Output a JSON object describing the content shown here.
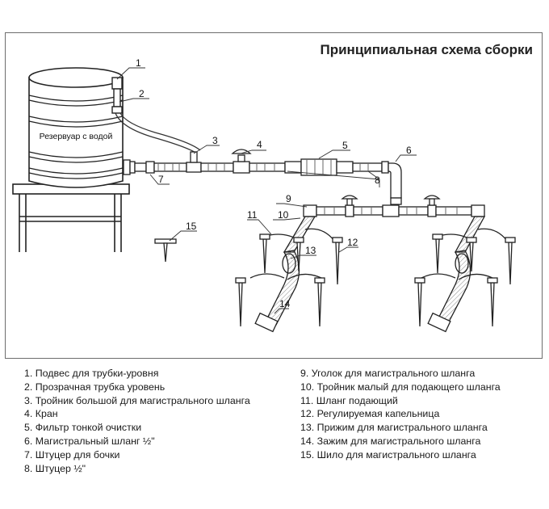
{
  "title": "Принципиальная схема сборки",
  "tank_label": "Резервуар с водой",
  "callouts": [
    "1",
    "2",
    "3",
    "4",
    "5",
    "6",
    "7",
    "8",
    "9",
    "10",
    "11",
    "12",
    "13",
    "14",
    "15"
  ],
  "legend_left": [
    "1. Подвес для трубки-уровня",
    "2. Прозрачная трубка уровень",
    "3. Тройник большой для магистрального шланга",
    "4. Кран",
    "5. Фильтр тонкой очистки",
    "6. Магистральный шланг ½\"",
    "7. Штуцер для бочки",
    "8. Штуцер ½\""
  ],
  "legend_right": [
    "9. Уголок для магистрального шланга",
    "10. Тройник малый для подающего шланга",
    "11. Шланг подающий",
    "12. Регулируемая капельница",
    "13. Прижим для магистрального шланга",
    "14. Зажим для магистрального шланга",
    "15. Шило для магистрального шланга"
  ]
}
